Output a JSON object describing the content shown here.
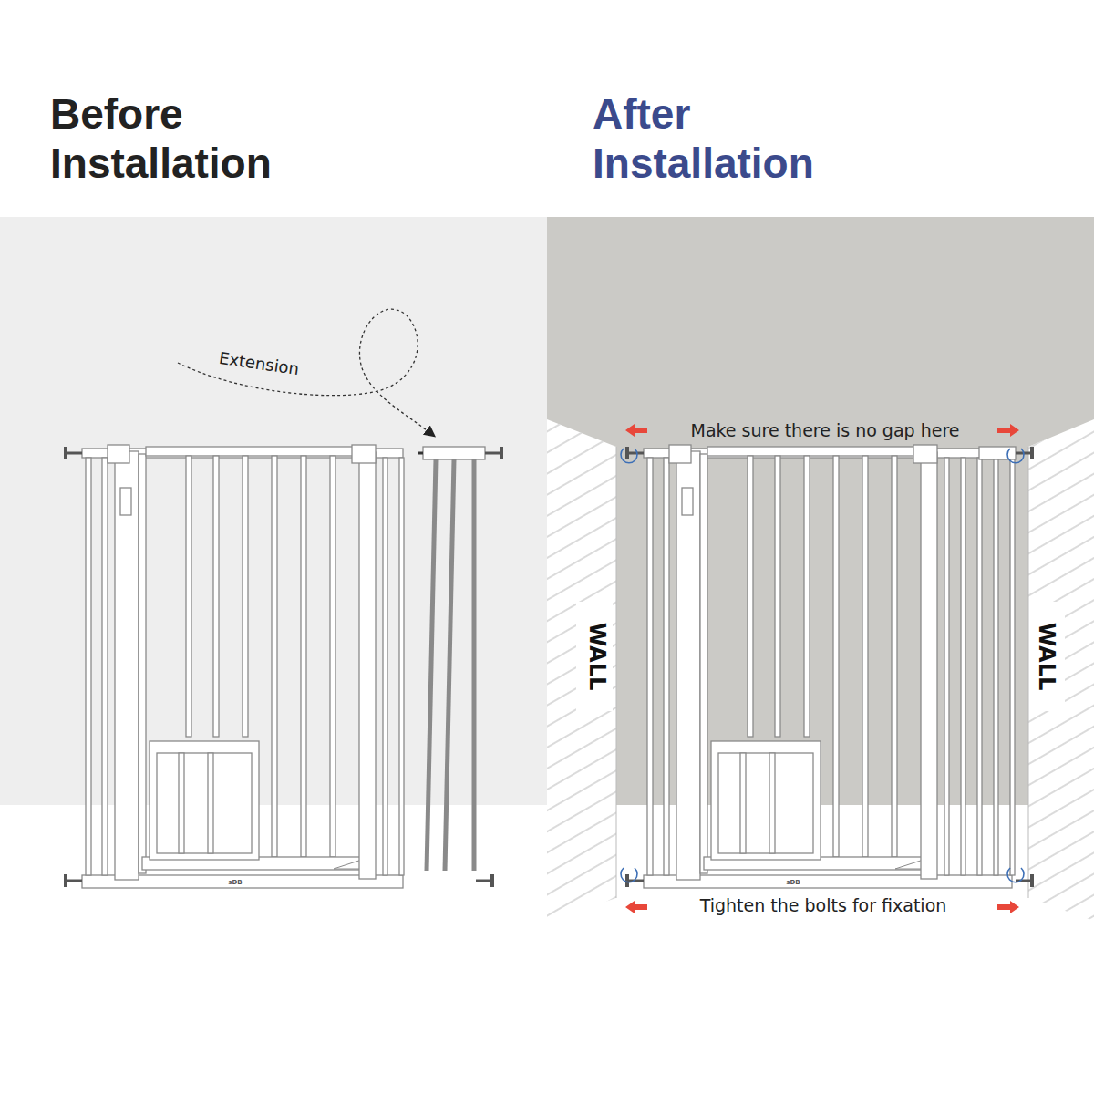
{
  "diagram": {
    "labels": [
      "Before Installation",
      "After Installation",
      "Extension",
      "WALL",
      "WALL",
      "Make sure there is no gap here",
      "Tighten the bolts for fixation",
      "sDB",
      "sDB"
    ]
  }
}
